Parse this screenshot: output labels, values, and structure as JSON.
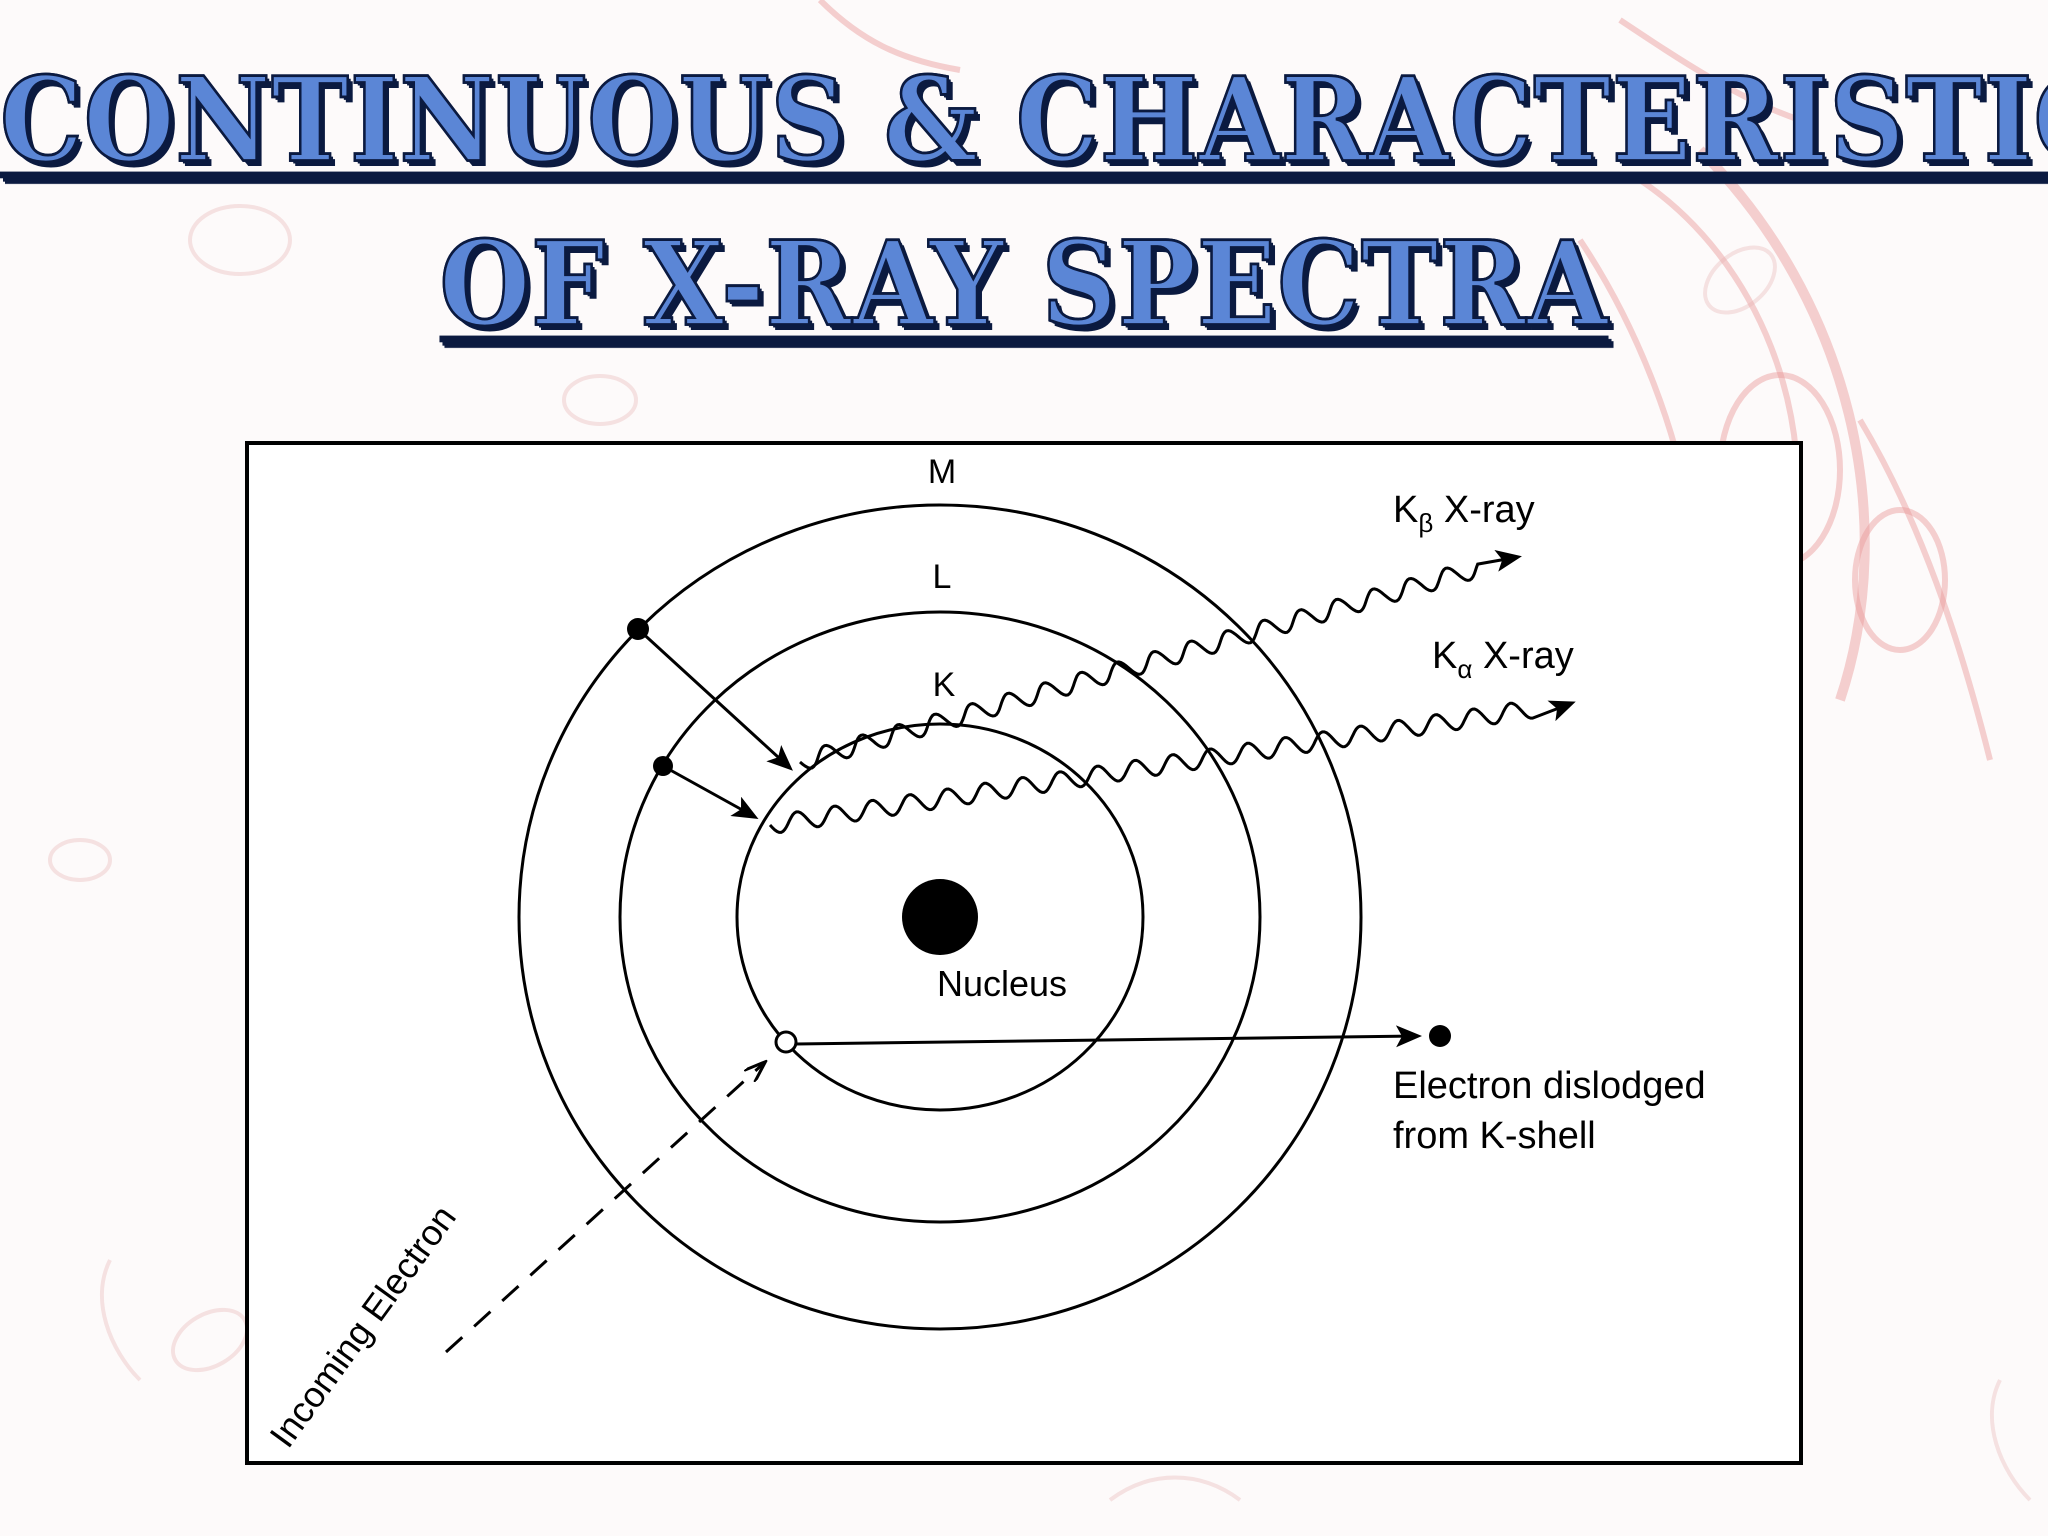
{
  "title": {
    "line1": "CONTINUOUS & CHARACTERISTIC",
    "line2": "OF X-RAY SPECTRA"
  },
  "diagram": {
    "shells": {
      "m": "M",
      "l": "L",
      "k": "K"
    },
    "nucleus_label": "Nucleus",
    "kbeta_label": {
      "prefix": "K",
      "subscript": "β",
      "suffix": " X-ray"
    },
    "kalpha_label": {
      "prefix": "K",
      "subscript": "α",
      "suffix": " X-ray"
    },
    "dislodged_label": {
      "line1": "Electron dislodged",
      "line2": "from K-shell"
    },
    "incoming_label": "Incoming Electron"
  },
  "colors": {
    "title_fill": "#5b86d6",
    "title_outline": "#0b1a40",
    "background_pattern": "#e89a9a"
  }
}
